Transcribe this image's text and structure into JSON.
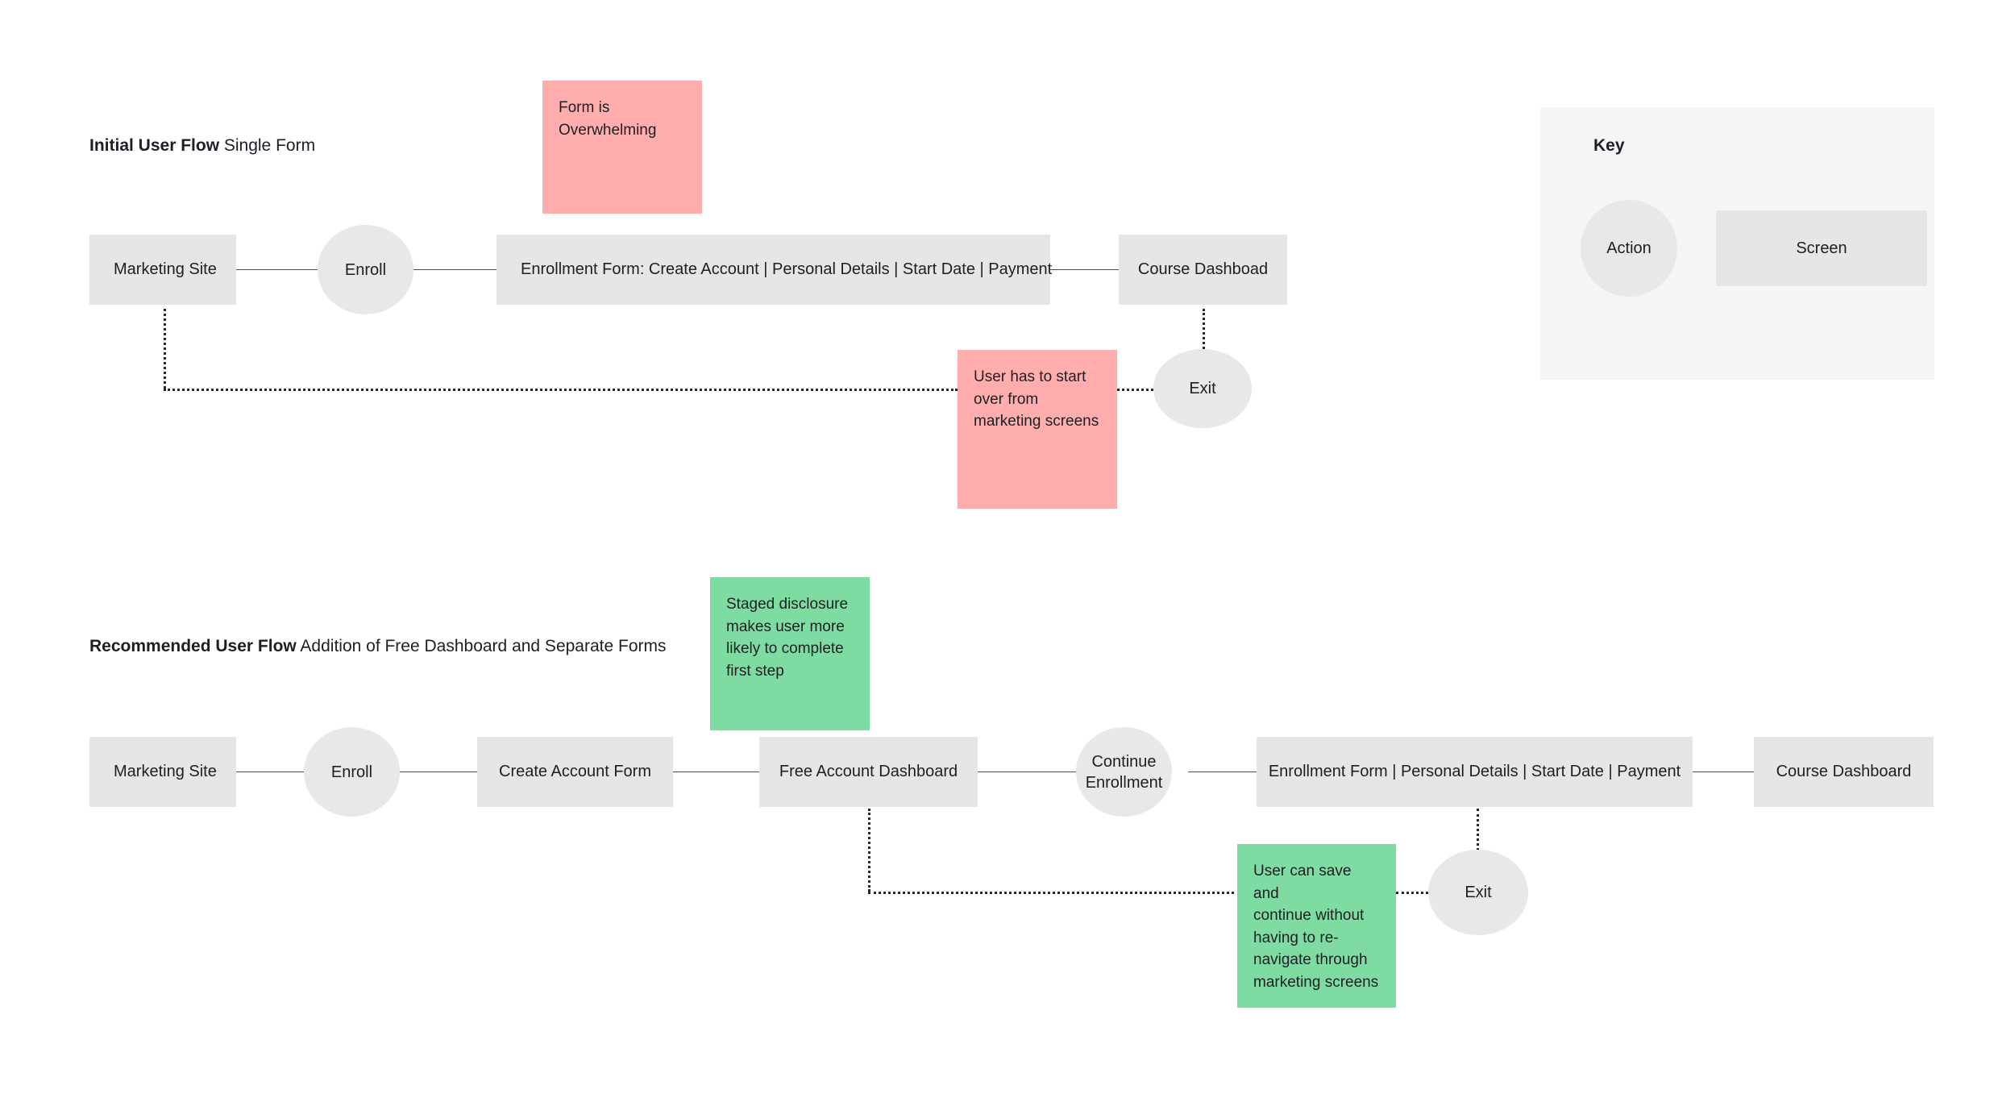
{
  "flows": [
    {
      "id": "initial",
      "title_strong": "Initial User Flow",
      "title_light": " Single Form",
      "nodes": [
        {
          "id": "marketing-site",
          "type": "screen",
          "label": "Marketing Site"
        },
        {
          "id": "enroll",
          "type": "action",
          "label": "Enroll"
        },
        {
          "id": "enrollment-form",
          "type": "screen",
          "label": "Enrollment Form:  Create Account | Personal Details | Start Date | Payment"
        },
        {
          "id": "course-dashboard",
          "type": "screen",
          "label": "Course Dashboad"
        },
        {
          "id": "exit",
          "type": "action",
          "label": "Exit"
        }
      ],
      "notes": [
        {
          "id": "form-overwhelming",
          "tone": "negative",
          "text": "Form is\nOverwhelming"
        },
        {
          "id": "start-over",
          "tone": "negative",
          "text": "User has to start\nover from\nmarketing screens"
        }
      ]
    },
    {
      "id": "recommended",
      "title_strong": "Recommended User Flow",
      "title_light": " Addition of Free Dashboard and Separate Forms",
      "nodes": [
        {
          "id": "marketing-site",
          "type": "screen",
          "label": "Marketing Site"
        },
        {
          "id": "enroll",
          "type": "action",
          "label": "Enroll"
        },
        {
          "id": "create-account-form",
          "type": "screen",
          "label": "Create Account Form"
        },
        {
          "id": "free-account-dashboard",
          "type": "screen",
          "label": "Free Account Dashboard"
        },
        {
          "id": "continue-enrollment",
          "type": "action",
          "label": "Continue\nEnrollment"
        },
        {
          "id": "enrollment-form",
          "type": "screen",
          "label": "Enrollment Form | Personal Details | Start Date | Payment"
        },
        {
          "id": "course-dashboard",
          "type": "screen",
          "label": "Course Dashboard"
        },
        {
          "id": "exit",
          "type": "action",
          "label": "Exit"
        }
      ],
      "notes": [
        {
          "id": "staged-disclosure",
          "tone": "positive",
          "text": "Staged disclosure\nmakes user more\nlikely to complete\nfirst step"
        },
        {
          "id": "save-and-continue",
          "tone": "positive",
          "text": "User can save and\ncontinue without\nhaving to re-\nnavigate through\nmarketing screens"
        }
      ]
    }
  ],
  "key": {
    "title": "Key",
    "action_label": "Action",
    "screen_label": "Screen"
  },
  "colors": {
    "background": "#ffffff",
    "screen_fill": "#e6e6e6",
    "action_fill": "#e8e8e8",
    "note_negative": "#ffadad",
    "note_positive": "#7edca2",
    "key_panel": "#f5f5f5",
    "line": "#24282f",
    "text": "#1c1f26"
  }
}
